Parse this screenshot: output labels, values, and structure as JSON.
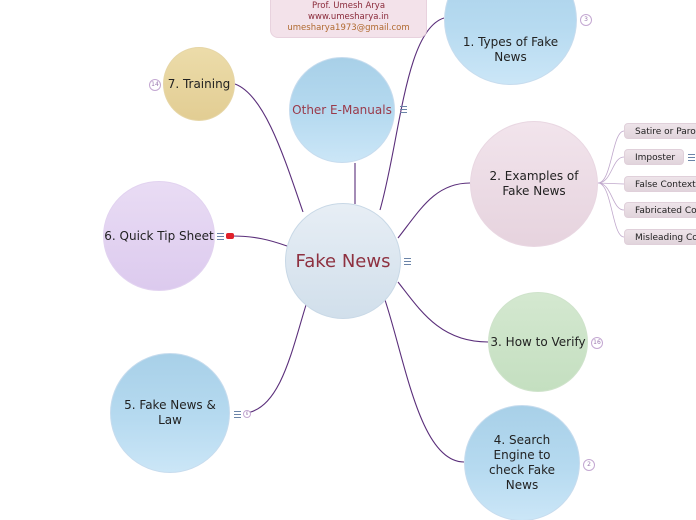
{
  "center": {
    "title": "Fake News"
  },
  "author": {
    "name": "Prof. Umesh Arya",
    "website": "www.umesharya.in",
    "email": "umesharya1973@gmail.com"
  },
  "topics": {
    "types": {
      "label": "1. Types of Fake News",
      "badge": "3"
    },
    "examples": {
      "label": "2. Examples of Fake News"
    },
    "verify": {
      "label": "3. How to Verify",
      "badge": "16"
    },
    "search": {
      "label": "4. Search Engine to check Fake News",
      "badge": "2"
    },
    "law": {
      "label": "5. Fake News & Law",
      "badge": "6"
    },
    "tips": {
      "label": "6. Quick Tip Sheet"
    },
    "training": {
      "label": "7. Training",
      "badge": "14"
    },
    "manuals": {
      "label": "Other E-Manuals"
    }
  },
  "examples_children": [
    {
      "label": "Satire or Parody"
    },
    {
      "label": "Imposter"
    },
    {
      "label": "False Context"
    },
    {
      "label": "Fabricated Content"
    },
    {
      "label": "Misleading Content"
    }
  ],
  "colors": {
    "connector": "#5a2e7a",
    "center_title": "#8e3140",
    "manuals_title": "#9a3a4a",
    "tips_marker": "#e0202a"
  }
}
